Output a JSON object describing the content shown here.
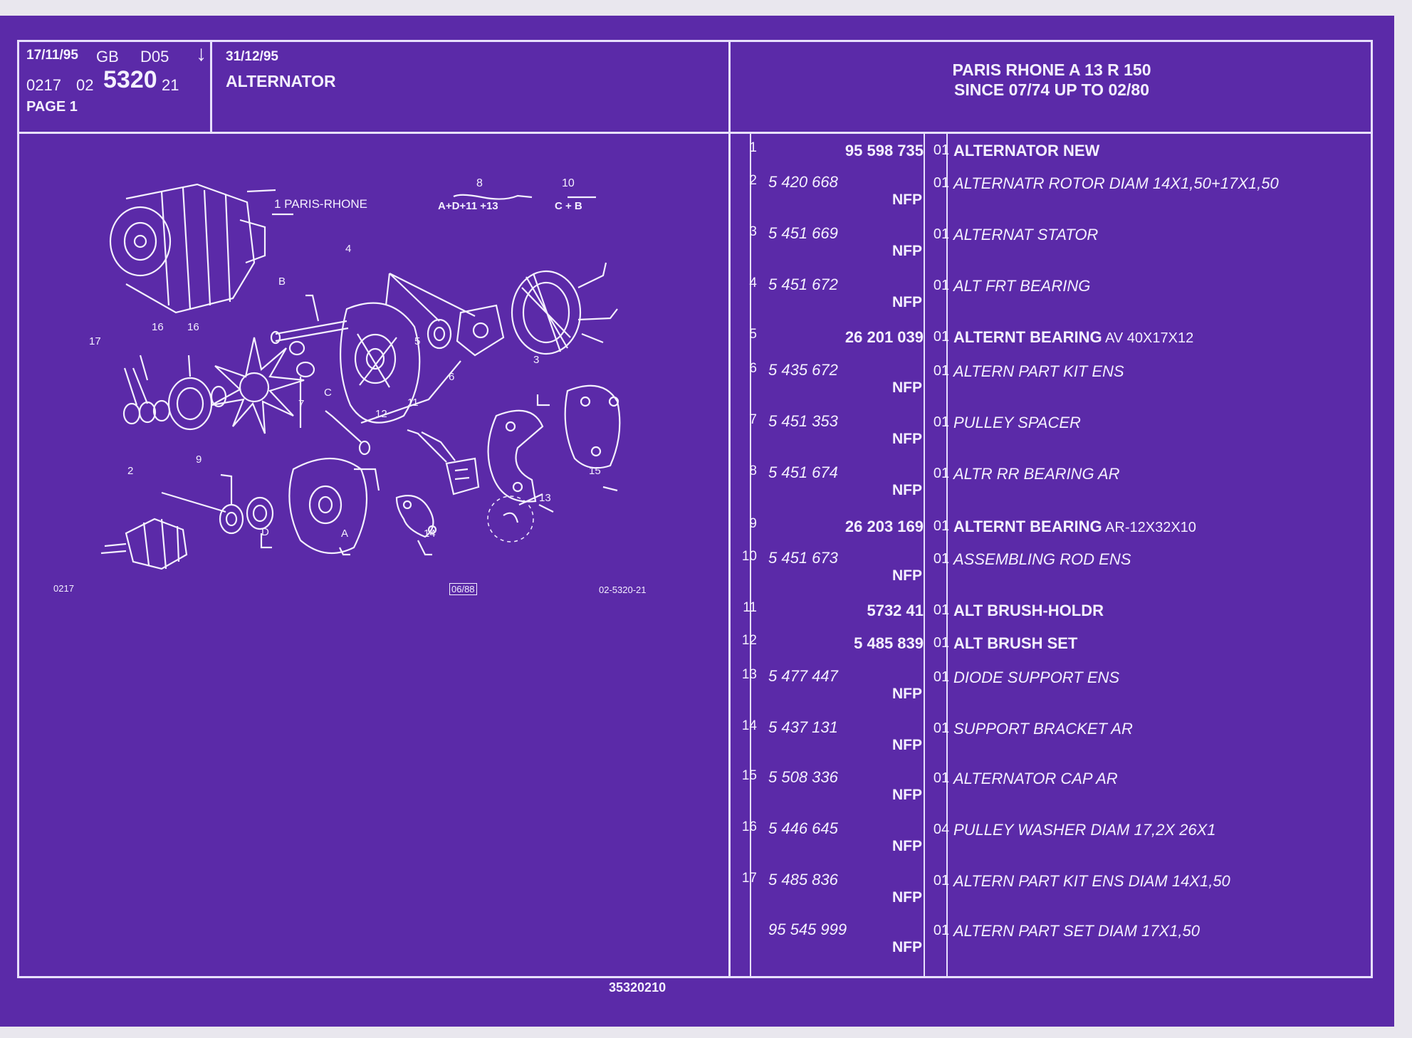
{
  "header": {
    "date_issue": "17/11/95",
    "language": "GB",
    "code_d": "D05",
    "arrow": "↓",
    "date_valid": "31/12/95",
    "code_prefix": "0217",
    "code_group": "02",
    "code_main": "5320",
    "code_suffix": "21",
    "page": "PAGE 1",
    "section_title": "ALTERNATOR",
    "model_line1": "PARIS RHONE A 13 R 150",
    "model_line2": "SINCE 07/74 UP TO 02/80"
  },
  "drawing": {
    "brand_label": "1 PARIS-RHONE",
    "formula1_top": "8",
    "formula1_bottom": "A+D+11 +13",
    "formula2_top": "10",
    "formula2_bottom": "C + B",
    "left_code": "0217",
    "date_box": "06/88",
    "drawing_ref": "02-5320-21",
    "callouts": [
      "4",
      "B",
      "5",
      "3",
      "17",
      "16",
      "16",
      "6",
      "7",
      "C",
      "11",
      "12",
      "15",
      "2",
      "9",
      "13",
      "D",
      "A",
      "14"
    ]
  },
  "footer_ref": "35320210",
  "parts": [
    {
      "num": "1",
      "ref": "95 598 735",
      "nfp": "",
      "qty": "01",
      "desc": "ALTERNATOR NEW",
      "suffix": "",
      "bold": true
    },
    {
      "num": "2",
      "ref": "5 420 668",
      "nfp": "NFP",
      "qty": "01",
      "desc": "ALTERNATR ROTOR DIAM 14X1,50+17X1,50",
      "suffix": "",
      "bold": false
    },
    {
      "num": "3",
      "ref": "5 451 669",
      "nfp": "NFP",
      "qty": "01",
      "desc": "ALTERNAT STATOR",
      "suffix": "",
      "bold": false
    },
    {
      "num": "4",
      "ref": "5 451 672",
      "nfp": "NFP",
      "qty": "01",
      "desc": "ALT FRT BEARING",
      "suffix": "",
      "bold": false
    },
    {
      "num": "5",
      "ref": "26 201 039",
      "nfp": "",
      "qty": "01",
      "desc": "ALTERNT BEARING",
      "suffix": " AV 40X17X12",
      "bold": true
    },
    {
      "num": "6",
      "ref": "5 435 672",
      "nfp": "NFP",
      "qty": "01",
      "desc": "ALTERN PART KIT ENS",
      "suffix": "",
      "bold": false
    },
    {
      "num": "7",
      "ref": "5 451 353",
      "nfp": "NFP",
      "qty": "01",
      "desc": "PULLEY SPACER",
      "suffix": "",
      "bold": false
    },
    {
      "num": "8",
      "ref": "5 451 674",
      "nfp": "NFP",
      "qty": "01",
      "desc": "ALTR RR BEARING AR",
      "suffix": "",
      "bold": false
    },
    {
      "num": "9",
      "ref": "26 203 169",
      "nfp": "",
      "qty": "01",
      "desc": "ALTERNT BEARING",
      "suffix": " AR-12X32X10",
      "bold": true
    },
    {
      "num": "10",
      "ref": "5 451 673",
      "nfp": "NFP",
      "qty": "01",
      "desc": "ASSEMBLING ROD ENS",
      "suffix": "",
      "bold": false
    },
    {
      "num": "11",
      "ref": "5732 41",
      "nfp": "",
      "qty": "01",
      "desc": "ALT BRUSH-HOLDR",
      "suffix": "",
      "bold": true
    },
    {
      "num": "12",
      "ref": "5 485 839",
      "nfp": "",
      "qty": "01",
      "desc": "ALT BRUSH SET",
      "suffix": "",
      "bold": true
    },
    {
      "num": "13",
      "ref": "5 477 447",
      "nfp": "NFP",
      "qty": "01",
      "desc": "DIODE SUPPORT ENS",
      "suffix": "",
      "bold": false
    },
    {
      "num": "14",
      "ref": "5 437 131",
      "nfp": "NFP",
      "qty": "01",
      "desc": "SUPPORT BRACKET AR",
      "suffix": "",
      "bold": false
    },
    {
      "num": "15",
      "ref": "5 508 336",
      "nfp": "NFP",
      "qty": "01",
      "desc": "ALTERNATOR CAP AR",
      "suffix": "",
      "bold": false
    },
    {
      "num": "16",
      "ref": "5 446 645",
      "nfp": "NFP",
      "qty": "04",
      "desc": "PULLEY WASHER DIAM 17,2X 26X1",
      "suffix": "",
      "bold": false
    },
    {
      "num": "17",
      "ref": "5 485 836",
      "nfp": "NFP",
      "qty": "01",
      "desc": "ALTERN PART KIT ENS DIAM 14X1,50",
      "suffix": "",
      "bold": false
    },
    {
      "num": "",
      "ref": "95 545 999",
      "nfp": "NFP",
      "qty": "01",
      "desc": "ALTERN PART SET DIAM 17X1,50",
      "suffix": "",
      "bold": false
    }
  ]
}
